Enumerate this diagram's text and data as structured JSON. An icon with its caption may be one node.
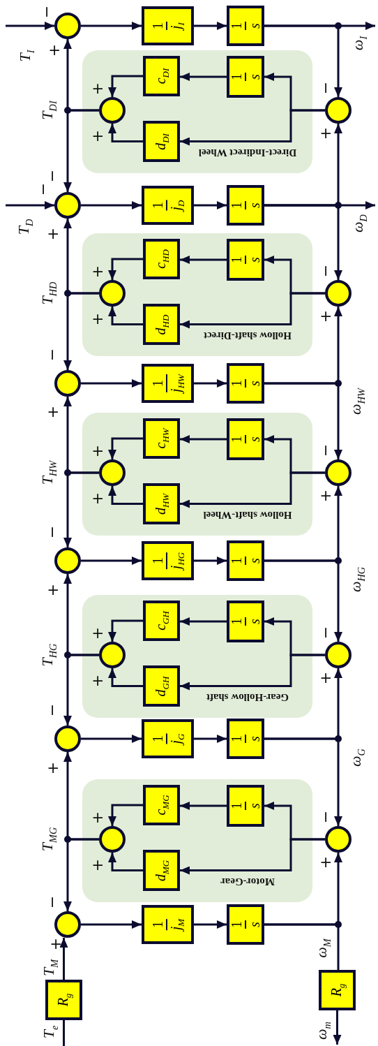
{
  "diagram": {
    "nodes": [
      {
        "text": [],
        "shape": "circle"
      },
      {
        "text": [
          "1",
          "j$_{I}$"
        ]
      },
      {
        "text": [
          "1",
          "s"
        ]
      },
      {
        "text": [
          "Direct-Indirect Wheel"
        ]
      },
      {
        "text": [
          "c$_{DI}$"
        ],
        "in": 3
      },
      {
        "text": [
          "1",
          "s"
        ],
        "in": 3
      },
      {
        "text": [],
        "shape": "circle",
        "in": 3
      },
      {
        "text": [
          "d$_{DI}$"
        ],
        "in": 3
      },
      {
        "text": [],
        "shape": "circle"
      },
      {
        "text": [],
        "shape": "circle"
      },
      {
        "text": [
          "1",
          "j$_{D}$"
        ]
      },
      {
        "text": [
          "1",
          "s"
        ]
      },
      {
        "text": [
          "Hollow shaft-Direct"
        ]
      },
      {
        "text": [
          "c$_{HD}$"
        ],
        "in": 12
      },
      {
        "text": [
          "1",
          "s"
        ],
        "in": 12
      },
      {
        "text": [],
        "shape": "circle",
        "in": 12
      },
      {
        "text": [
          "d$_{HD}$"
        ],
        "in": 12
      },
      {
        "text": [],
        "shape": "circle"
      },
      {
        "text": [],
        "shape": "circle"
      },
      {
        "text": [
          "1",
          "j$_{HW}$"
        ]
      },
      {
        "text": [
          "1",
          "s"
        ]
      },
      {
        "text": [
          "Hollow shaft-Wheel"
        ]
      },
      {
        "text": [
          "c$_{HW}$"
        ],
        "in": 21
      },
      {
        "text": [
          "1",
          "s"
        ],
        "in": 21
      },
      {
        "text": [],
        "shape": "circle",
        "in": 21
      },
      {
        "text": [
          "d$_{HW}$"
        ],
        "in": 21
      },
      {
        "text": [],
        "shape": "circle"
      },
      {
        "text": [],
        "shape": "circle"
      },
      {
        "text": [
          "1",
          "j$_{HG}$"
        ]
      },
      {
        "text": [
          "1",
          "s"
        ]
      },
      {
        "text": [
          "Gear-Hollow shaft"
        ]
      },
      {
        "text": [
          "c$_{GH}$"
        ],
        "in": 30
      },
      {
        "text": [
          "1",
          "s"
        ],
        "in": 30
      },
      {
        "text": [],
        "shape": "circle",
        "in": 30
      },
      {
        "text": [
          "d$_{GH}$"
        ],
        "in": 30
      },
      {
        "text": [],
        "shape": "circle"
      },
      {
        "text": [],
        "shape": "circle"
      },
      {
        "text": [
          "1",
          "j$_{G}$"
        ]
      },
      {
        "text": [
          "1",
          "s"
        ]
      },
      {
        "text": [
          "Motor-Gear"
        ]
      },
      {
        "text": [
          "c$_{MG}$"
        ],
        "in": 39
      },
      {
        "text": [
          "1",
          "s"
        ],
        "in": 39
      },
      {
        "text": [],
        "shape": "circle",
        "in": 39
      },
      {
        "text": [
          "d$_{MG}$"
        ],
        "in": 39
      },
      {
        "text": [],
        "shape": "circle"
      },
      {
        "text": [],
        "shape": "circle"
      },
      {
        "text": [
          "1",
          "j$_{M}$"
        ]
      },
      {
        "text": [
          "1",
          "s"
        ]
      },
      {
        "text": [
          "R$_{g}$"
        ]
      },
      {
        "text": [
          "R$_{g}$"
        ]
      },
      {
        "text": [
          "ω$_{I}$"
        ]
      },
      {
        "text": [
          "ω$_{D}$"
        ]
      },
      {
        "text": [
          "ω$_{m}$"
        ]
      }
    ],
    "edges": [
      {
        "from": null,
        "to": 0,
        "arrow": "to"
      },
      {
        "from": 0,
        "to": 1,
        "arrow": "to"
      },
      {
        "from": 1,
        "to": 2,
        "arrow": "to"
      },
      {
        "from": 2,
        "to": 8,
        "arrow": "to"
      },
      {
        "from": 2,
        "to": 50,
        "arrow": "to"
      },
      {
        "from": 8,
        "to": 5,
        "arrow": "to"
      },
      {
        "from": 8,
        "to": 7,
        "arrow": "to"
      },
      {
        "from": 5,
        "to": 4,
        "arrow": "to"
      },
      {
        "from": 4,
        "to": 6,
        "arrow": "to"
      },
      {
        "from": 7,
        "to": 6,
        "arrow": "to"
      },
      {
        "from": 6,
        "to": 0,
        "arrow": "to"
      },
      {
        "from": 6,
        "to": 9,
        "arrow": "to"
      },
      {
        "from": null,
        "to": 9,
        "arrow": "to"
      },
      {
        "from": 9,
        "to": 10,
        "arrow": "to"
      },
      {
        "from": 10,
        "to": 11,
        "arrow": "to"
      },
      {
        "from": 11,
        "to": 8,
        "arrow": "to"
      },
      {
        "from": 11,
        "to": 17,
        "arrow": "to"
      },
      {
        "from": 11,
        "to": 51,
        "arrow": "to"
      },
      {
        "from": 17,
        "to": 14,
        "arrow": "to"
      },
      {
        "from": 17,
        "to": 16,
        "arrow": "to"
      },
      {
        "from": 14,
        "to": 13,
        "arrow": "to"
      },
      {
        "from": 13,
        "to": 15,
        "arrow": "to"
      },
      {
        "from": 16,
        "to": 15,
        "arrow": "to"
      },
      {
        "from": 15,
        "to": 9,
        "arrow": "to"
      },
      {
        "from": 15,
        "to": 18,
        "arrow": "to"
      },
      {
        "from": 18,
        "to": 19,
        "arrow": "to"
      },
      {
        "from": 19,
        "to": 20,
        "arrow": "to"
      },
      {
        "from": 20,
        "to": 17,
        "arrow": "to"
      },
      {
        "from": 20,
        "to": 26,
        "arrow": "to"
      },
      {
        "from": 26,
        "to": 23,
        "arrow": "to"
      },
      {
        "from": 26,
        "to": 25,
        "arrow": "to"
      },
      {
        "from": 23,
        "to": 22,
        "arrow": "to"
      },
      {
        "from": 22,
        "to": 24,
        "arrow": "to"
      },
      {
        "from": 25,
        "to": 24,
        "arrow": "to"
      },
      {
        "from": 24,
        "to": 18,
        "arrow": "to"
      },
      {
        "from": 24,
        "to": 27,
        "arrow": "to"
      },
      {
        "from": 27,
        "to": 28,
        "arrow": "to"
      },
      {
        "from": 28,
        "to": 29,
        "arrow": "to"
      },
      {
        "from": 29,
        "to": 26,
        "arrow": "to"
      },
      {
        "from": 29,
        "to": 35,
        "arrow": "to"
      },
      {
        "from": 35,
        "to": 32,
        "arrow": "to"
      },
      {
        "from": 35,
        "to": 34,
        "arrow": "to"
      },
      {
        "from": 32,
        "to": 31,
        "arrow": "to"
      },
      {
        "from": 31,
        "to": 33,
        "arrow": "to"
      },
      {
        "from": 34,
        "to": 33,
        "arrow": "to"
      },
      {
        "from": 33,
        "to": 27,
        "arrow": "to"
      },
      {
        "from": 33,
        "to": 36,
        "arrow": "to"
      },
      {
        "from": 36,
        "to": 37,
        "arrow": "to"
      },
      {
        "from": 37,
        "to": 38,
        "arrow": "to"
      },
      {
        "from": 38,
        "to": 35,
        "arrow": "to"
      },
      {
        "from": 38,
        "to": 44,
        "arrow": "to"
      },
      {
        "from": 44,
        "to": 41,
        "arrow": "to"
      },
      {
        "from": 44,
        "to": 43,
        "arrow": "to"
      },
      {
        "from": 41,
        "to": 40,
        "arrow": "to"
      },
      {
        "from": 40,
        "to": 42,
        "arrow": "to"
      },
      {
        "from": 43,
        "to": 42,
        "arrow": "to"
      },
      {
        "from": 42,
        "to": 36,
        "arrow": "to"
      },
      {
        "from": 42,
        "to": 45,
        "arrow": "to"
      },
      {
        "from": 45,
        "to": 46,
        "arrow": "to"
      },
      {
        "from": 46,
        "to": 47,
        "arrow": "to"
      },
      {
        "from": 47,
        "to": 44,
        "arrow": "to"
      },
      {
        "from": 47,
        "to": 49,
        "arrow": "none"
      },
      {
        "from": 49,
        "to": 52,
        "arrow": "to"
      },
      {
        "from": 48,
        "to": 45,
        "arrow": "to"
      },
      {
        "from": null,
        "to": 48,
        "arrow": "none"
      }
    ],
    "labels": [
      "−",
      "T$_{I}$",
      "+",
      "T$_{DI}$",
      "+",
      "−",
      "+",
      "+",
      "−",
      "−",
      "T$_{D}$",
      "+",
      "T$_{HD}$",
      "+",
      "−",
      "+",
      "+",
      "−",
      "+",
      "ω$_{HW}$",
      "T$_{HW}$",
      "+",
      "−",
      "+",
      "+",
      "−",
      "+",
      "ω$_{HG}$",
      "T$_{HG}$",
      "+",
      "−",
      "+",
      "+",
      "−",
      "+",
      "ω$_{G}$",
      "T$_{MG}$",
      "+",
      "−",
      "+",
      "+",
      "−",
      "+",
      "T$_{M}$",
      "ω$_{M}$",
      "T$_{e}$"
    ]
  }
}
